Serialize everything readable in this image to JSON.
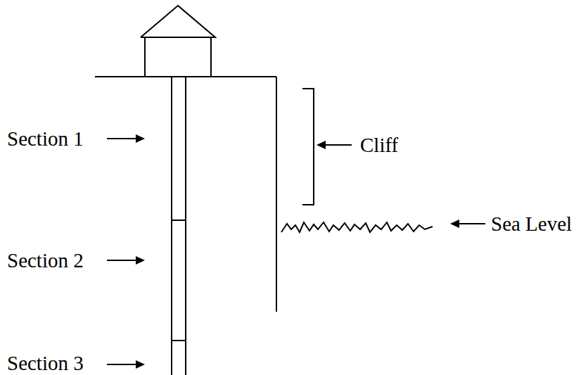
{
  "diagram": {
    "labels": [
      "Section 1",
      "Section 2",
      "Section 3",
      "Cliff",
      "Sea Level"
    ]
  }
}
